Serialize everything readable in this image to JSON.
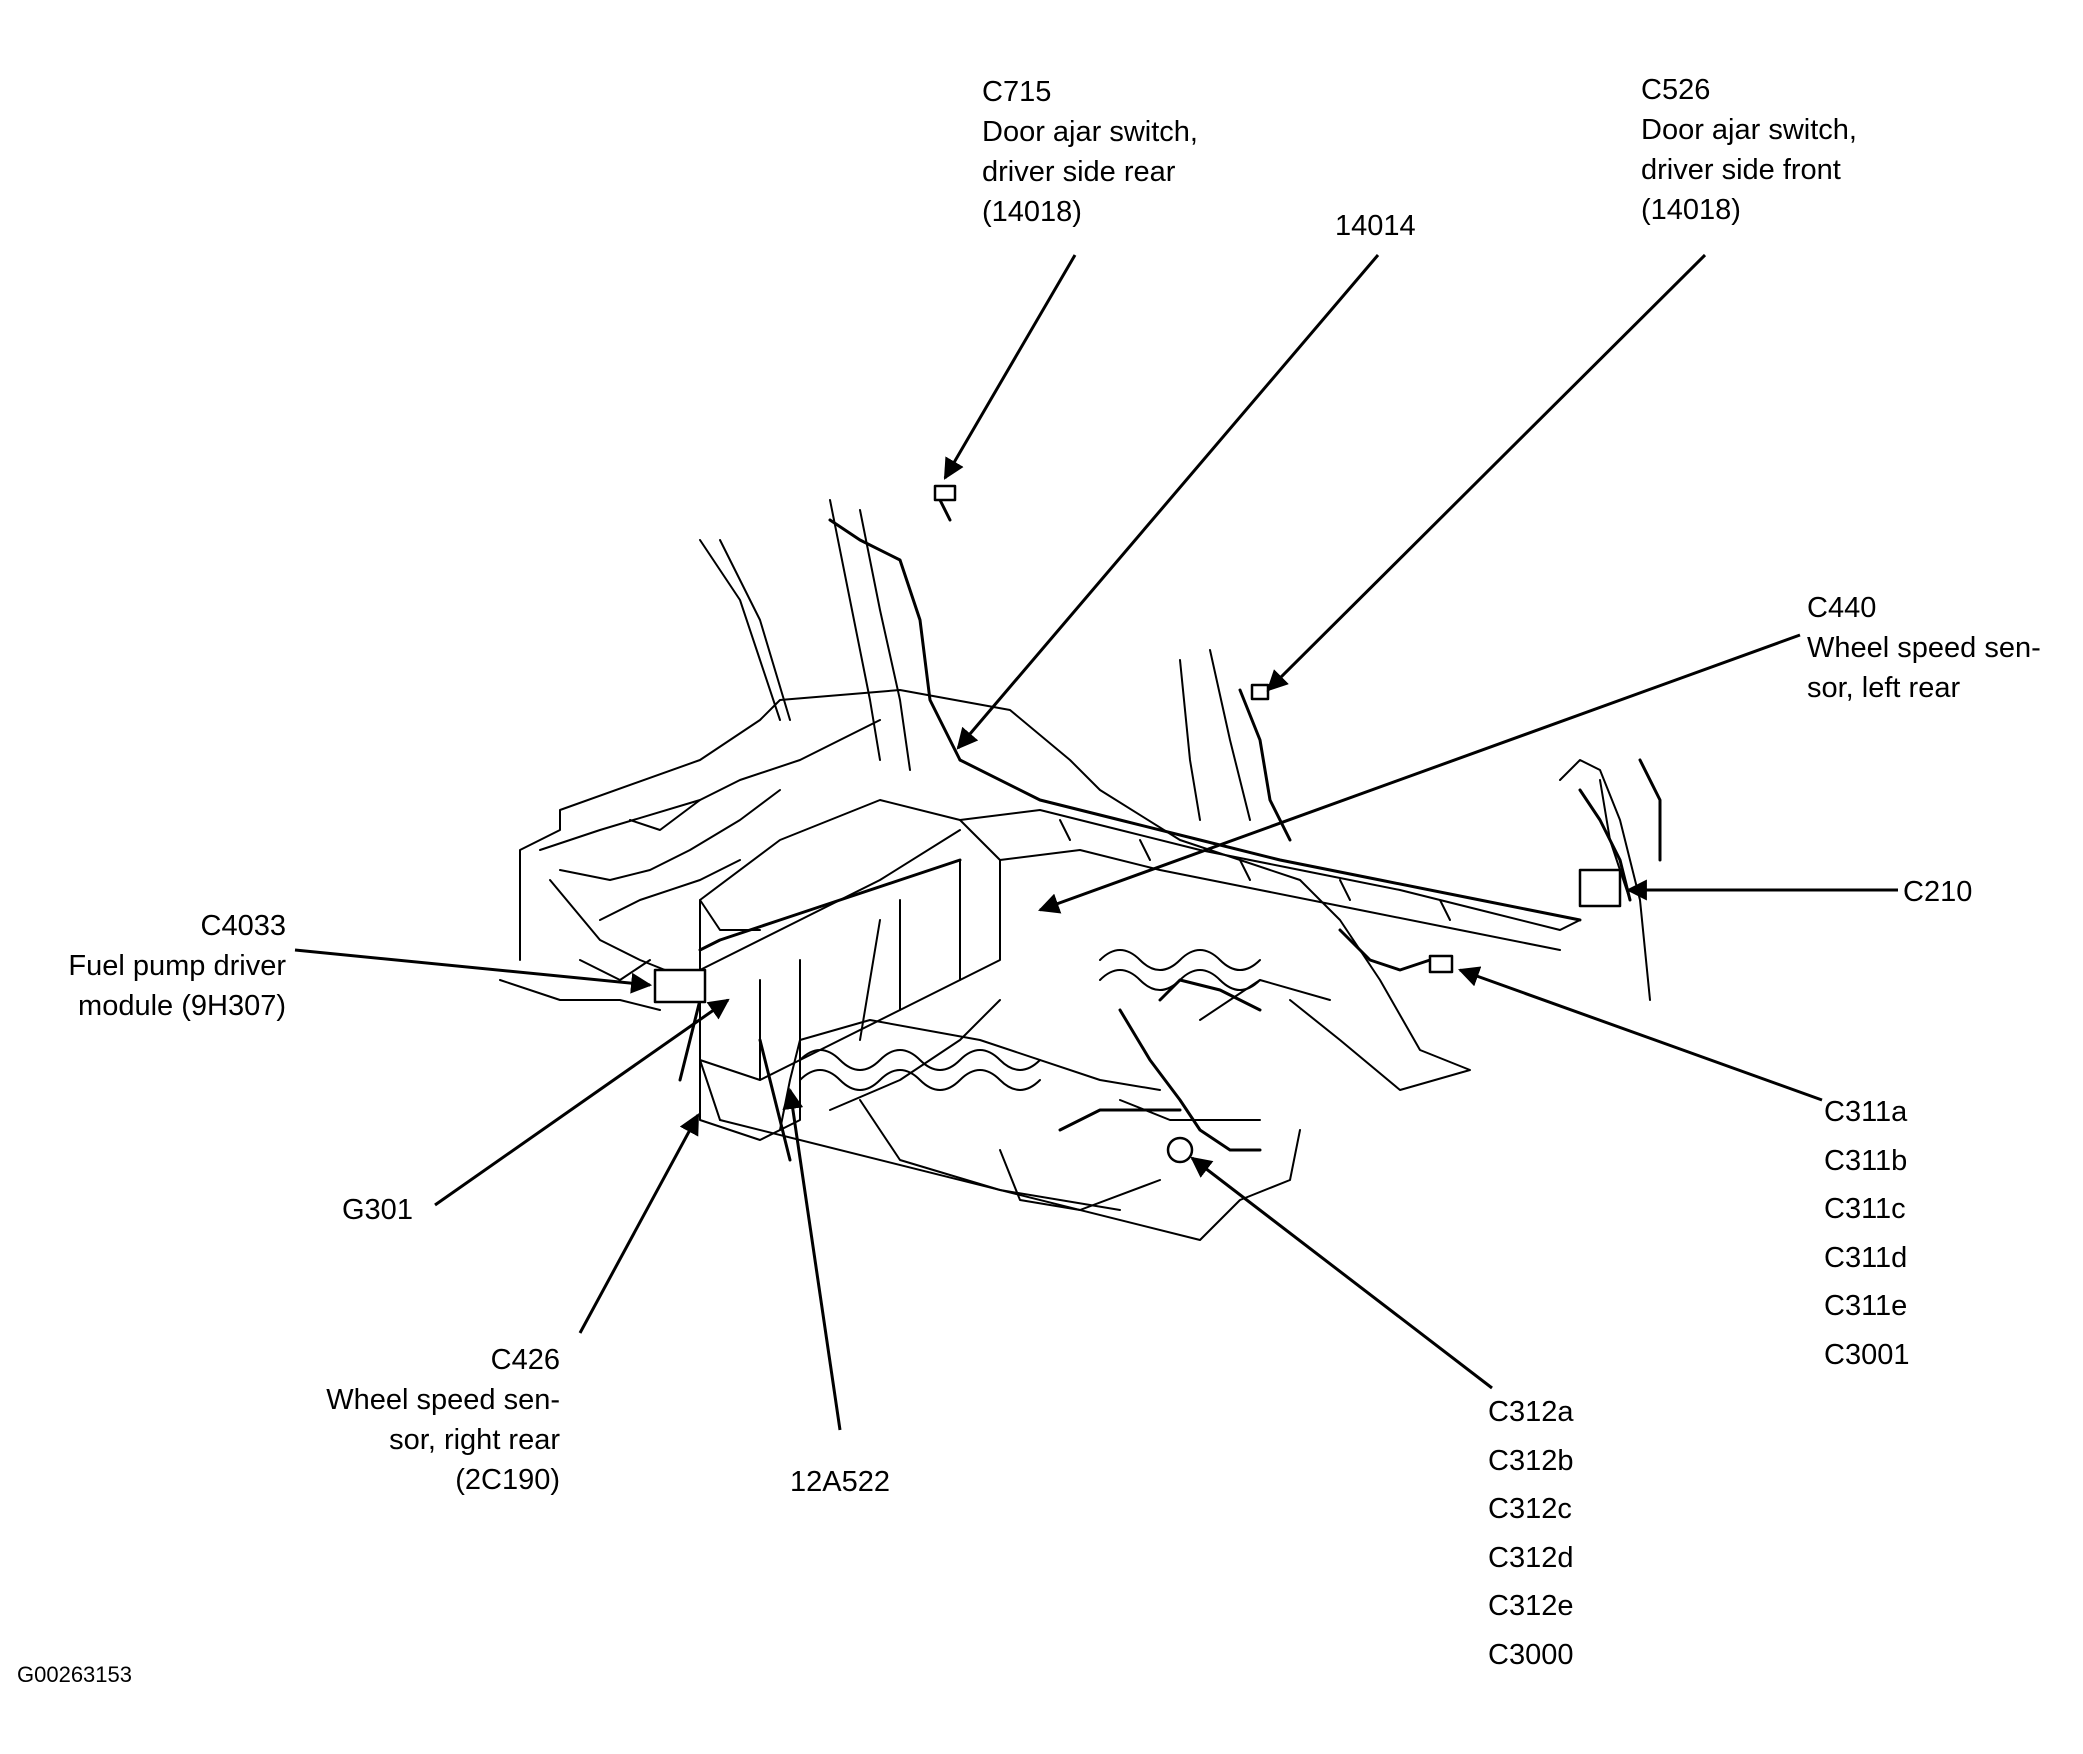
{
  "figure_id": "G00263153",
  "callouts": {
    "c715": {
      "code": "C715",
      "lines": [
        "Door ajar switch,",
        "driver side rear",
        "(14018)"
      ]
    },
    "p14014": {
      "code": "14014"
    },
    "c526": {
      "code": "C526",
      "lines": [
        "Door ajar switch,",
        "driver side front",
        "(14018)"
      ]
    },
    "c440": {
      "code": "C440",
      "lines": [
        "Wheel speed sen-",
        "sor, left rear"
      ]
    },
    "c210": {
      "code": "C210"
    },
    "c4033": {
      "code": "C4033",
      "lines": [
        "Fuel pump driver",
        "module (9H307)"
      ]
    },
    "c311": {
      "codes": [
        "C311a",
        "C311b",
        "C311c",
        "C311d",
        "C311e",
        "C3001"
      ]
    },
    "g301": {
      "code": "G301"
    },
    "c426": {
      "code": "C426",
      "lines": [
        "Wheel speed sen-",
        "sor, right rear",
        "(2C190)"
      ]
    },
    "p12a522": {
      "code": "12A522"
    },
    "c312": {
      "codes": [
        "C312a",
        "C312b",
        "C312c",
        "C312d",
        "C312e",
        "C3000"
      ]
    }
  }
}
